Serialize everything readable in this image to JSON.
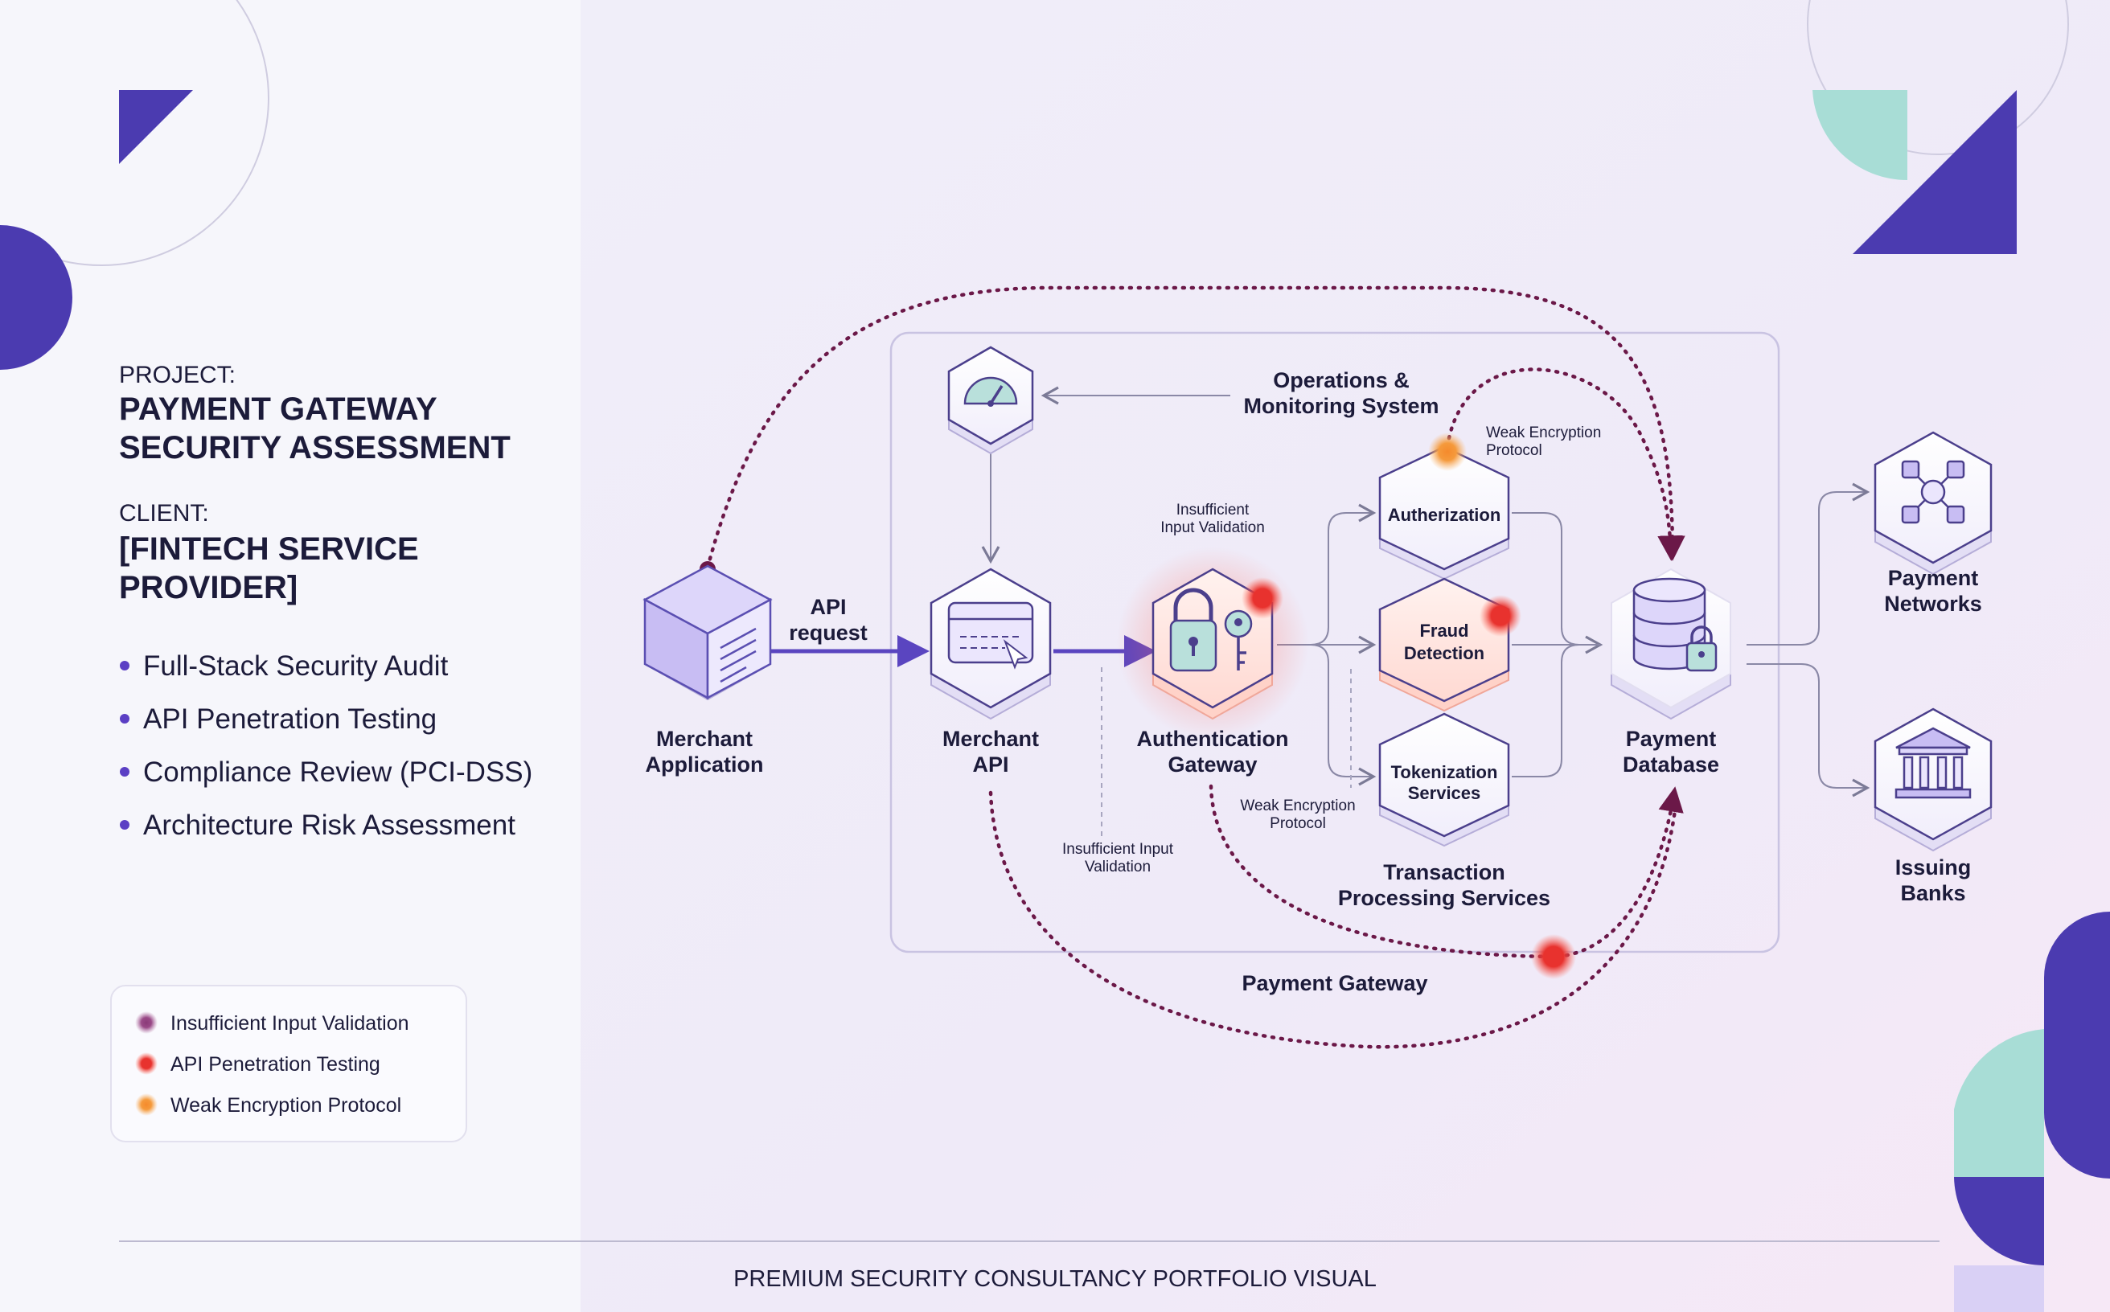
{
  "project": {
    "label": "PROJECT:",
    "title_line1": "PAYMENT GATEWAY",
    "title_line2": "SECURITY ASSESSMENT",
    "client_label": "CLIENT:",
    "client_line1": "[FINTECH SERVICE",
    "client_line2": "PROVIDER]"
  },
  "services": [
    "Full-Stack Security Audit",
    "API Penetration Testing",
    "Compliance Review (PCI-DSS)",
    "Architecture Risk Assessment"
  ],
  "legend": {
    "items": [
      {
        "label": "Insufficient Input Validation",
        "color": "#8a3a78"
      },
      {
        "label": "API Penetration Testing",
        "color": "#e8322e"
      },
      {
        "label": "Weak Encryption Protocol",
        "color": "#f59a3c"
      }
    ]
  },
  "diagram": {
    "merchant_app": {
      "line1": "Merchant",
      "line2": "Application",
      "icon": "server-box-icon"
    },
    "api_request": {
      "line1": "API",
      "line2": "request"
    },
    "merchant_api": {
      "line1": "Merchant",
      "line2": "API",
      "icon": "credit-card-icon"
    },
    "auth_gateway": {
      "line1": "Authentication",
      "line2": "Gateway",
      "icon": "lock-key-icon"
    },
    "ops": {
      "line1": "Operations &",
      "line2": "Monitoring System",
      "icon": "gauge-icon"
    },
    "authorization": {
      "label": "Autherization"
    },
    "fraud": {
      "line1": "Fraud",
      "line2": "Detection"
    },
    "tokenization": {
      "line1": "Tokenization",
      "line2": "Services"
    },
    "txn_processing": {
      "line1": "Transaction",
      "line2": "Processing Services"
    },
    "payment_db": {
      "line1": "Payment",
      "line2": "Database",
      "icon": "database-lock-icon"
    },
    "payment_networks": {
      "line1": "Payment",
      "line2": "Networks",
      "icon": "network-icon"
    },
    "issuing_banks": {
      "line1": "Issuing",
      "line2": "Banks",
      "icon": "bank-icon"
    },
    "gateway_label": "Payment Gateway",
    "annotations": {
      "weak_enc_top": {
        "line1": "Weak Encryption",
        "line2": "Protocol"
      },
      "insufficient_top": {
        "line1": "Insufficient",
        "line2": "Input Validation"
      },
      "weak_enc_mid": {
        "line1": "Weak Encryption",
        "line2": "Protocol"
      },
      "insufficient_bottom": {
        "line1": "Insufficient Input",
        "line2": "Validation"
      }
    }
  },
  "footer": "PREMIUM SECURITY CONSULTANCY PORTFOLIO VISUAL",
  "colors": {
    "accent": "#5b3fc4",
    "teal": "#a8ddd6",
    "threat_path": "#6b1848",
    "flow_arrow": "#5a45c0"
  }
}
